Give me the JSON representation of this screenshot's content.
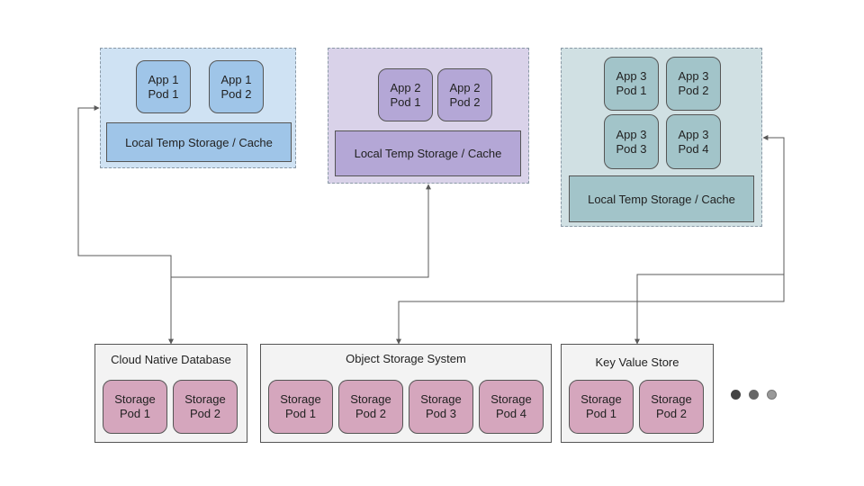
{
  "groups": {
    "app1": {
      "pods": [
        "App 1\nPod 1",
        "App 1\nPod 2"
      ],
      "cache_label": "Local Temp Storage / Cache"
    },
    "app2": {
      "pods": [
        "App 2\nPod 1",
        "App 2\nPod 2"
      ],
      "cache_label": "Local Temp Storage / Cache"
    },
    "app3": {
      "pods": [
        "App 3\nPod 1",
        "App 3\nPod 2",
        "App 3\nPod 3",
        "App 3\nPod 4"
      ],
      "cache_label": "Local Temp Storage / Cache"
    }
  },
  "storage": {
    "cloud_db": {
      "title": "Cloud Native Database",
      "pods": [
        "Storage\nPod 1",
        "Storage\nPod 2"
      ]
    },
    "object_storage": {
      "title": "Object Storage System",
      "pods": [
        "Storage\nPod 1",
        "Storage\nPod 2",
        "Storage\nPod 3",
        "Storage\nPod 4"
      ]
    },
    "kv_store": {
      "title": "Key Value Store",
      "pods": [
        "Storage\nPod 1",
        "Storage\nPod 2"
      ]
    }
  },
  "more_indicator": {
    "icon": "ellipsis-dots-icon",
    "colors": [
      "#434343",
      "#666666",
      "#999999"
    ]
  },
  "colors": {
    "app1": "#cfe2f3",
    "app2": "#d9d2e9",
    "app3": "#d0e0e3",
    "storage_pod": "#d5a6bd",
    "storage_box": "#f3f3f3",
    "connector": "#595959"
  }
}
